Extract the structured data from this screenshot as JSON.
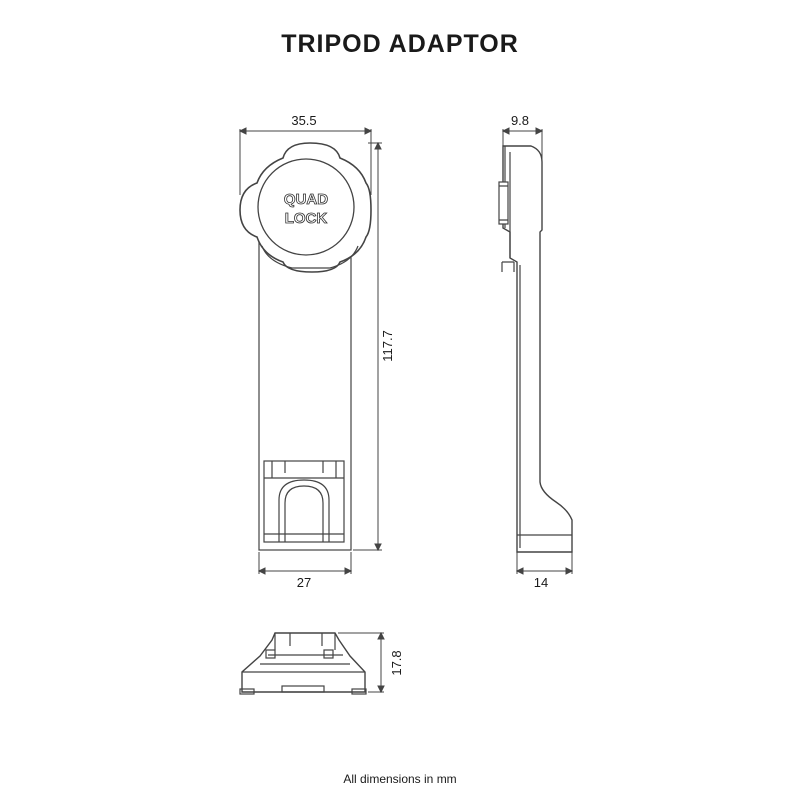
{
  "title": "TRIPOD ADAPTOR",
  "footer": "All dimensions in mm",
  "logo": {
    "line1": "QUAD",
    "line2": "LOCK"
  },
  "dimensions": {
    "front_width_top": "35.5",
    "front_height": "117.7",
    "front_width_bottom": "27",
    "side_depth_top": "9.8",
    "side_depth_bottom": "14",
    "bottom_height": "17.8"
  }
}
